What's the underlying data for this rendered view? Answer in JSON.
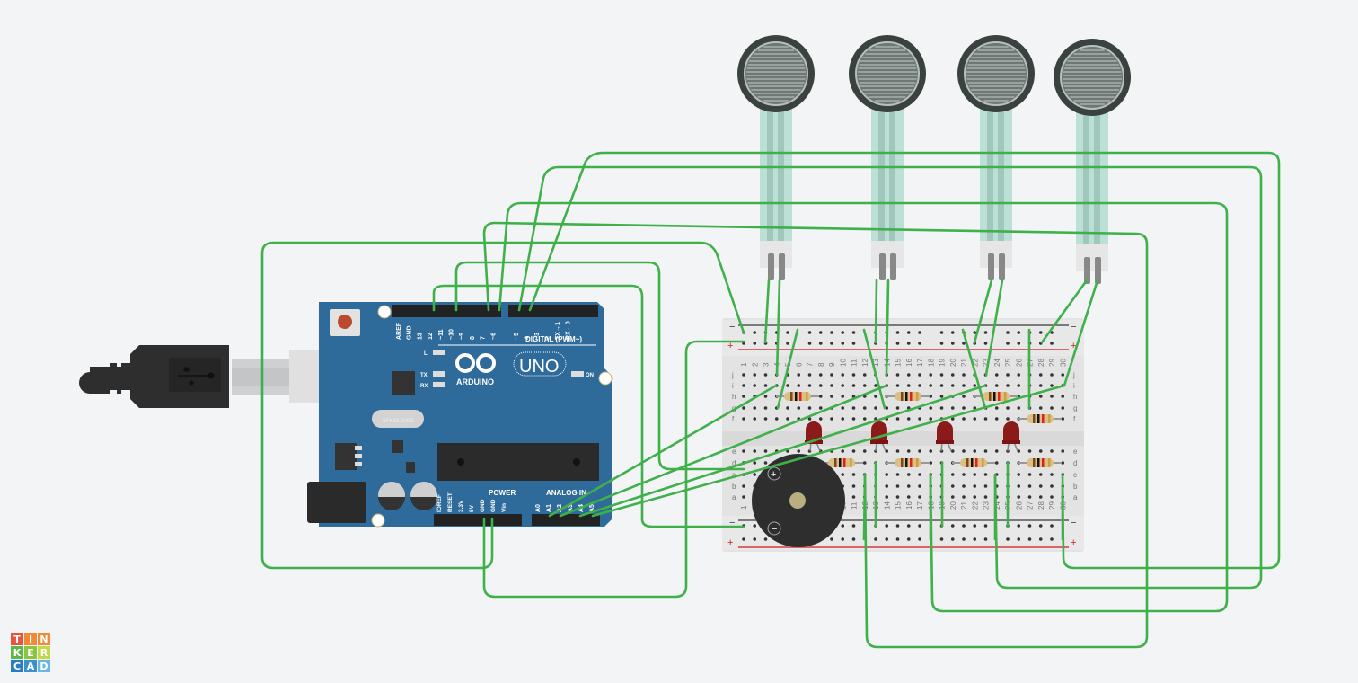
{
  "app": {
    "name": "Tinkercad"
  },
  "logo": {
    "letters": [
      "T",
      "I",
      "N",
      "K",
      "E",
      "R",
      "C",
      "A",
      "D"
    ],
    "colors": [
      "#e8533d",
      "#f08a35",
      "#f08a35",
      "#5db847",
      "#8cc63f",
      "#c3d84a",
      "#2a7dc0",
      "#3a91d0",
      "#6cb6e4"
    ]
  },
  "arduino": {
    "brand": "ARDUINO",
    "model": "UNO",
    "digital_header_label": "DIGITAL (PWM~)",
    "power_header_label": "POWER",
    "analog_header_label": "ANALOG IN",
    "crystal_label": "SFK16.000G",
    "leds": {
      "l": "L",
      "tx": "TX",
      "rx": "RX",
      "on": "ON"
    },
    "digital_pins": [
      "AREF",
      "GND",
      "13",
      "12",
      "~11",
      "~10",
      "~9",
      "8",
      "7",
      "~6",
      "~5",
      "4",
      "~3",
      "2",
      "TX→1",
      "RX←0"
    ],
    "power_pins": [
      "IOREF",
      "RESET",
      "3.3V",
      "5V",
      "GND",
      "GND",
      "Vin"
    ],
    "analog_pins": [
      "A0",
      "A1",
      "A2",
      "A3",
      "A4",
      "A5"
    ],
    "board_color": "#2f6b9a"
  },
  "breadboard": {
    "row_letters_top": [
      "j",
      "i",
      "h",
      "g",
      "f"
    ],
    "row_letters_bottom": [
      "e",
      "d",
      "c",
      "b",
      "a"
    ],
    "column_count": 30,
    "rail_minus": "−",
    "rail_plus": "+"
  },
  "components": {
    "force_sensors": 4,
    "leds": 4,
    "resistors": 8,
    "buzzer": {
      "plus": "+",
      "minus": "−"
    },
    "usb_cable": 1
  },
  "colors": {
    "wire": "#3fb04a",
    "led": "#8b1a1a",
    "rail_red": "#d13b3b",
    "background": "#f3f4f6"
  }
}
